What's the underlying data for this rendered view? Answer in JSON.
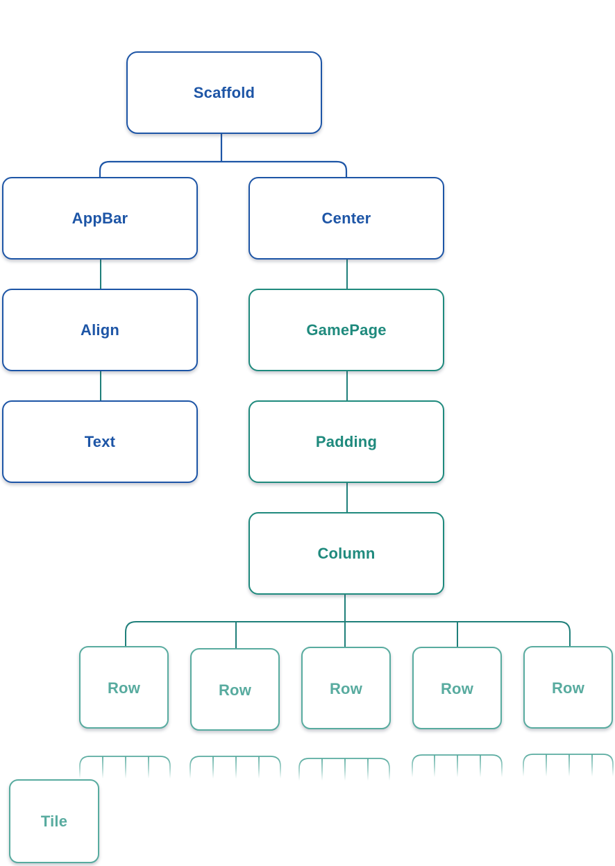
{
  "nodes": {
    "scaffold": "Scaffold",
    "appbar": "AppBar",
    "center": "Center",
    "align": "Align",
    "text": "Text",
    "gamepage": "GamePage",
    "padding": "Padding",
    "column": "Column",
    "rows": [
      "Row",
      "Row",
      "Row",
      "Row",
      "Row"
    ],
    "tile": "Tile"
  },
  "colors": {
    "blue": "#1d55a6",
    "teal": "#1f8a7d",
    "light_teal": "#58ab9f"
  }
}
